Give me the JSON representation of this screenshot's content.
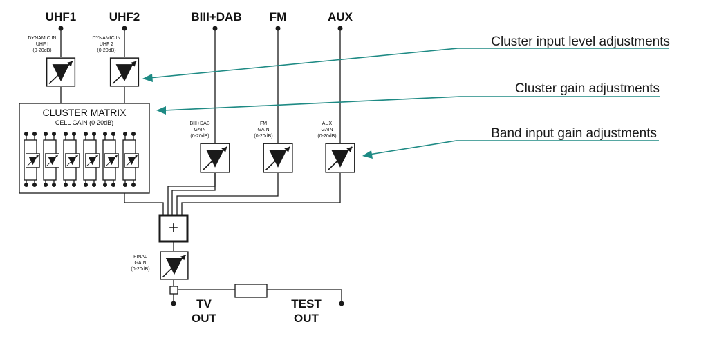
{
  "inputs": {
    "uhf1": "UHF1",
    "uhf2": "UHF2",
    "biii_dab": "BIII+DAB",
    "fm": "FM",
    "aux": "AUX"
  },
  "dynamic_in": {
    "uhf1": [
      "DYNAMIC IN",
      "UHF I",
      "(0-20dB)"
    ],
    "uhf2": [
      "DYNAMIC IN",
      "UHF 2",
      "(0-20dB)"
    ]
  },
  "cluster_matrix": {
    "title": "CLUSTER MATRIX",
    "subtitle": "CELL GAIN (0-20dB)"
  },
  "band_gain": {
    "biii_dab": [
      "BIII+DAB",
      "GAIN",
      "(0-20dB)"
    ],
    "fm": [
      "FM",
      "GAIN",
      "(0-20dB)"
    ],
    "aux": [
      "AUX",
      "GAIN",
      "(0-20dB)"
    ]
  },
  "combiner": {
    "symbol": "+"
  },
  "final_gain": [
    "FINAL",
    "GAIN",
    "(0-20dB)"
  ],
  "outputs": {
    "tv": [
      "TV",
      "OUT"
    ],
    "test": [
      "TEST",
      "OUT"
    ]
  },
  "annotations": {
    "cluster_input": "Cluster input level adjustments",
    "cluster_gain": "Cluster gain adjustments",
    "band_input": "Band input gain adjustments"
  },
  "colors": {
    "annotation_arrow": "#1e8a84",
    "line": "#1a1a1a"
  }
}
